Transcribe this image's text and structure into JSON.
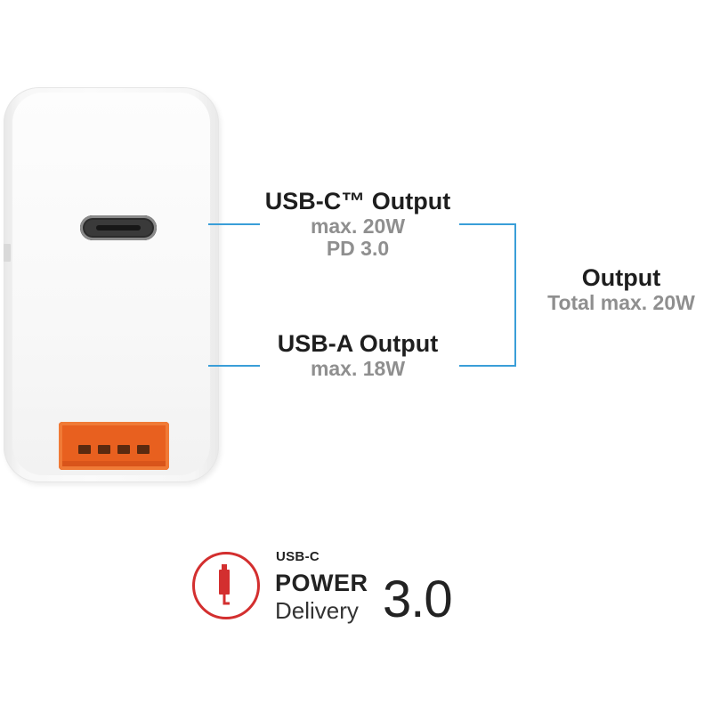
{
  "usbc": {
    "title": "USB-C™ Output",
    "max": "max. 20W",
    "pd": "PD 3.0"
  },
  "usba": {
    "title": "USB-A Output",
    "max": "max. 18W"
  },
  "output": {
    "title": "Output",
    "total": "Total max. 20W"
  },
  "logo": {
    "usbc": "USB-C",
    "power": "POWER",
    "delivery": "Delivery",
    "version": "3.0"
  },
  "colors": {
    "line": "#3a9ed8",
    "usba_port": "#e8601f",
    "logo_red": "#d32f2f"
  }
}
